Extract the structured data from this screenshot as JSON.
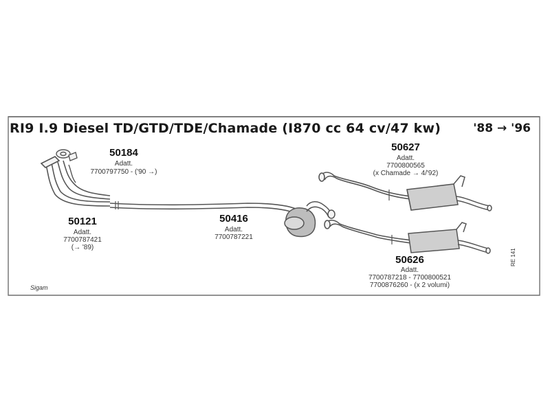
{
  "title": "RI9 I.9 Diesel TD/GTD/TDE/Chamade (I870 cc 64 cv/47 kw)",
  "years": "'88 → '96",
  "parts": {
    "p50184": {
      "code": "50184",
      "line1": "Adatt.",
      "line2": "7700797750 - ('90 →)",
      "line3": ""
    },
    "p50121": {
      "code": "50121",
      "line1": "Adatt.",
      "line2": "7700787421",
      "line3": "(→ '89)"
    },
    "p50416": {
      "code": "50416",
      "line1": "Adatt.",
      "line2": "7700787221",
      "line3": ""
    },
    "p50627": {
      "code": "50627",
      "line1": "Adatt.",
      "line2": "7700800565",
      "line3": "(x Chamade → 4/'92)"
    },
    "p50626": {
      "code": "50626",
      "line1": "Adatt.",
      "line2": "7700787218 - 7700800521",
      "line3": "7700876260 - (x 2 volumi)"
    }
  },
  "ref": "RE 141",
  "logo": "Sigam",
  "colors": {
    "frame": "#6f6f6f",
    "pipe": "#555555",
    "shade": "#9a9a9a"
  }
}
